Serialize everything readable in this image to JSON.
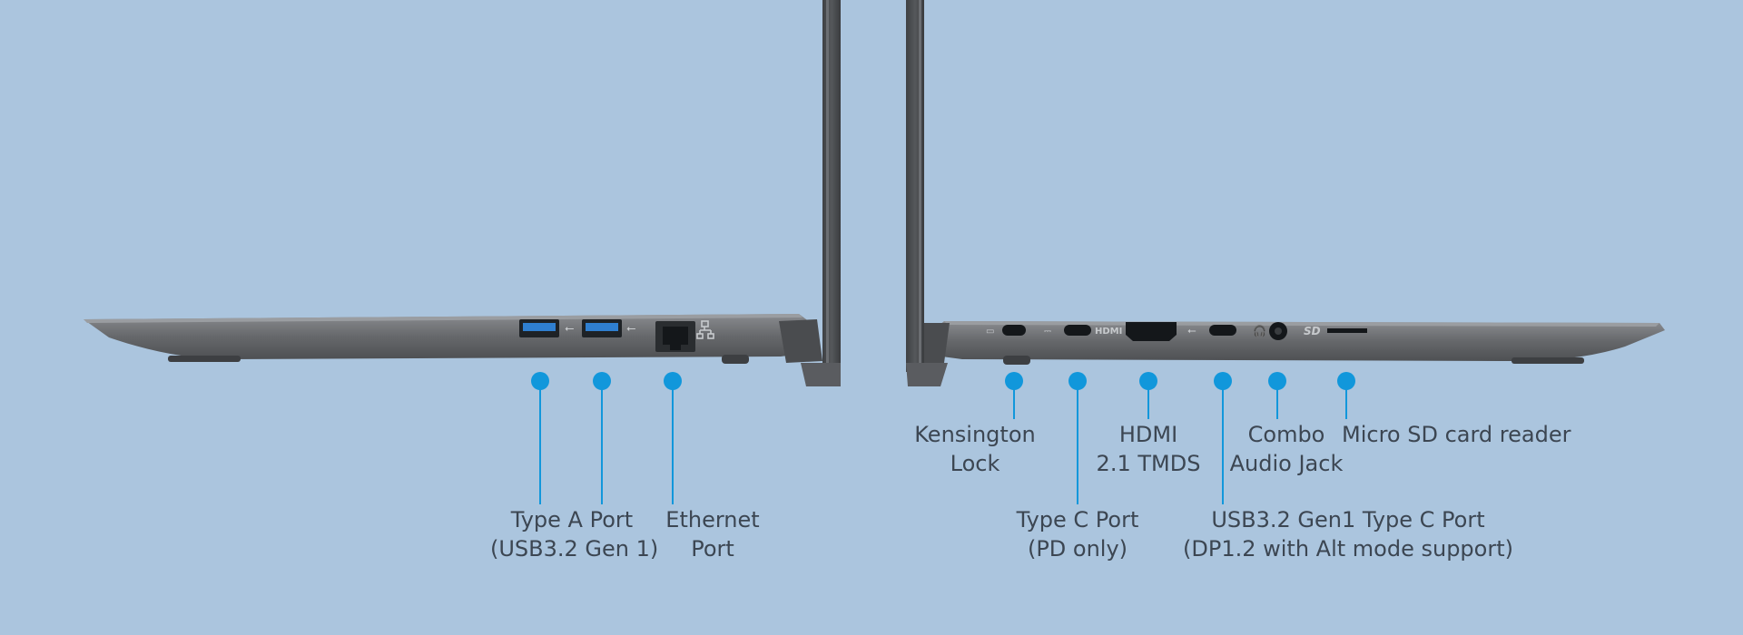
{
  "colors": {
    "background": "#abc5de",
    "callout": "#1197db",
    "label_text": "#3c4652",
    "chassis": "#6b6d70",
    "usb_blue": "#2f7fd0"
  },
  "callouts_left": [
    {
      "id": "usb-a-1",
      "lines": [
        "Type A Port",
        "(USB3.2 Gen 1)"
      ]
    },
    {
      "id": "ethernet",
      "lines": [
        "Ethernet",
        "Port"
      ]
    }
  ],
  "callouts_right": [
    {
      "id": "kensington",
      "lines": [
        "Kensington",
        "Lock"
      ]
    },
    {
      "id": "usbc-pd",
      "lines": [
        "Type C Port",
        "(PD only)"
      ]
    },
    {
      "id": "hdmi",
      "lines": [
        "HDMI",
        "2.1 TMDS"
      ]
    },
    {
      "id": "usbc-dp",
      "lines": [
        "USB3.2 Gen1 Type C Port",
        "(DP1.2 with Alt mode support)"
      ]
    },
    {
      "id": "audio",
      "lines": [
        "Combo",
        "Audio Jack"
      ]
    },
    {
      "id": "microsd",
      "lines": [
        "Micro SD card reader"
      ]
    }
  ],
  "port_glyphs": {
    "hdmi": "HDMI",
    "sd": "SD"
  }
}
